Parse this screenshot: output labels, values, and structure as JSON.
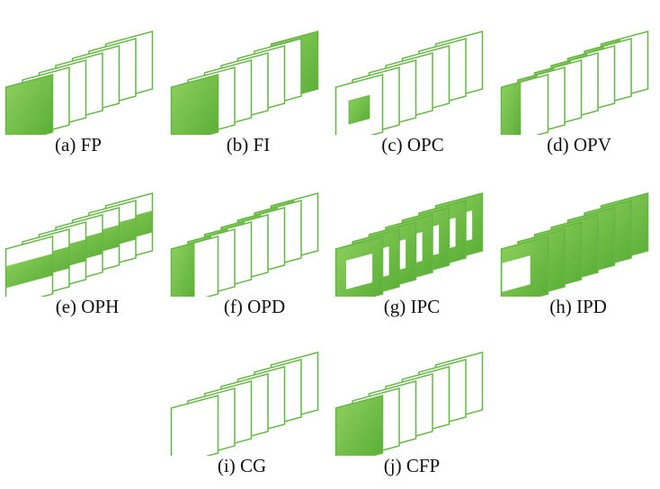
{
  "colors": {
    "stroke": "#66b646",
    "fill_light": "#8fd15f",
    "fill_dark": "#57ac33",
    "background": "#ffffff",
    "text": "#111111"
  },
  "panels": [
    {
      "id": "a",
      "caption": "(a) FP",
      "pattern": "first-frame-filled",
      "frames": 7
    },
    {
      "id": "b",
      "caption": "(b) FI",
      "pattern": "first-and-last-frames-filled",
      "frames": 7
    },
    {
      "id": "c",
      "caption": "(c) OPC",
      "pattern": "one-frame-center-patch",
      "frames": 7
    },
    {
      "id": "d",
      "caption": "(d) OPV",
      "pattern": "vertical-strip-every-frame",
      "frames": 7
    },
    {
      "id": "e",
      "caption": "(e) OPH",
      "pattern": "horizontal-strip-every-frame",
      "frames": 7
    },
    {
      "id": "f",
      "caption": "(f) OPD",
      "pattern": "diagonal-half-every-frame",
      "frames": 7
    },
    {
      "id": "g",
      "caption": "(g) IPC",
      "pattern": "inverse-center-patch",
      "frames": 7
    },
    {
      "id": "h",
      "caption": "(h) IPD",
      "pattern": "inverse-diagonal-half",
      "frames": 7
    },
    {
      "id": "i",
      "caption": "(i) CG",
      "pattern": "all-frames-empty",
      "frames": 7
    },
    {
      "id": "j",
      "caption": "(j) CFP",
      "pattern": "first-frame-filled",
      "frames": 7
    }
  ]
}
